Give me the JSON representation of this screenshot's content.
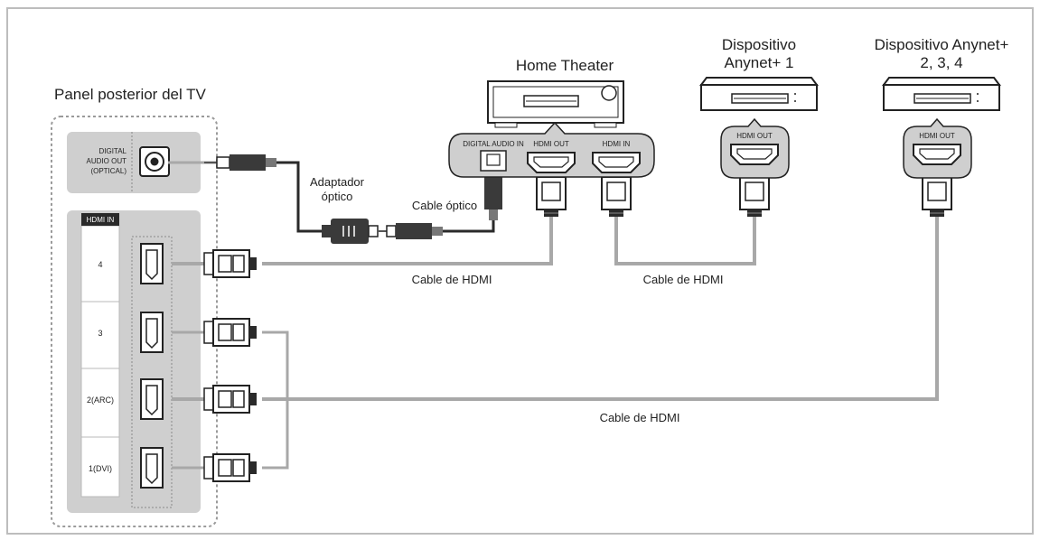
{
  "tv_panel": {
    "title": "Panel posterior del TV",
    "optical_port_label": [
      "DIGITAL",
      "AUDIO OUT",
      "(OPTICAL)"
    ],
    "hdmi_in_label": "HDMI IN",
    "hdmi_ports": [
      "4",
      "3",
      "2(ARC)",
      "1(DVI)"
    ]
  },
  "home_theater": {
    "title": "Home Theater",
    "ports": [
      "DIGITAL AUDIO IN",
      "HDMI OUT",
      "HDMI IN"
    ]
  },
  "device_1": {
    "title_lines": [
      "Dispositivo",
      "Anynet+ 1"
    ],
    "port": "HDMI OUT"
  },
  "device_2": {
    "title_lines": [
      "Dispositivo Anynet+",
      "2, 3, 4"
    ],
    "port": "HDMI OUT"
  },
  "cables": {
    "optical_adapter": [
      "Adaptador",
      "óptico"
    ],
    "optical_cable": "Cable óptico",
    "hdmi_1": "Cable de HDMI",
    "hdmi_2": "Cable de HDMI",
    "hdmi_3": "Cable de HDMI"
  },
  "colors": {
    "panel_gray": "#cfcfcf",
    "port_bg": "#ffffff",
    "cable_gray": "#a8a8a8",
    "connector_dark": "#2a2a2a"
  }
}
